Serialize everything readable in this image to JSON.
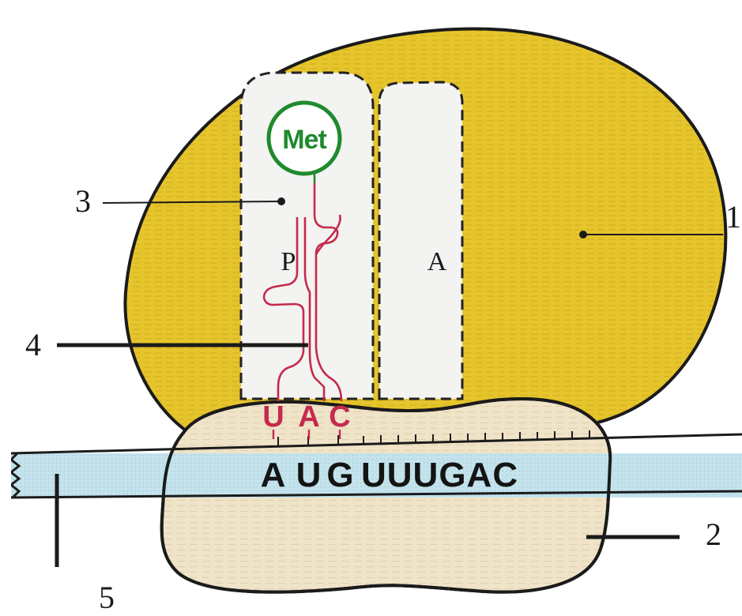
{
  "labels": {
    "large_subunit": "1",
    "small_subunit": "2",
    "trna_site": "3",
    "trna": "4",
    "mrna": "5"
  },
  "sites": {
    "p_site": "P",
    "a_site": "A"
  },
  "amino_acid": "Met",
  "anticodon": [
    "U",
    "A",
    "C"
  ],
  "mrna_codons": {
    "start_bases": [
      "A",
      "U",
      "G"
    ],
    "rest": "UUUGAC"
  },
  "colors": {
    "large_subunit": "#e6c52c",
    "small_subunit": "#efe3c8",
    "mrna": "#bfe0ea",
    "trna": "#c42a4c",
    "amino_acid": "#1f8a2e",
    "site_fill": "#f3f3f1"
  }
}
